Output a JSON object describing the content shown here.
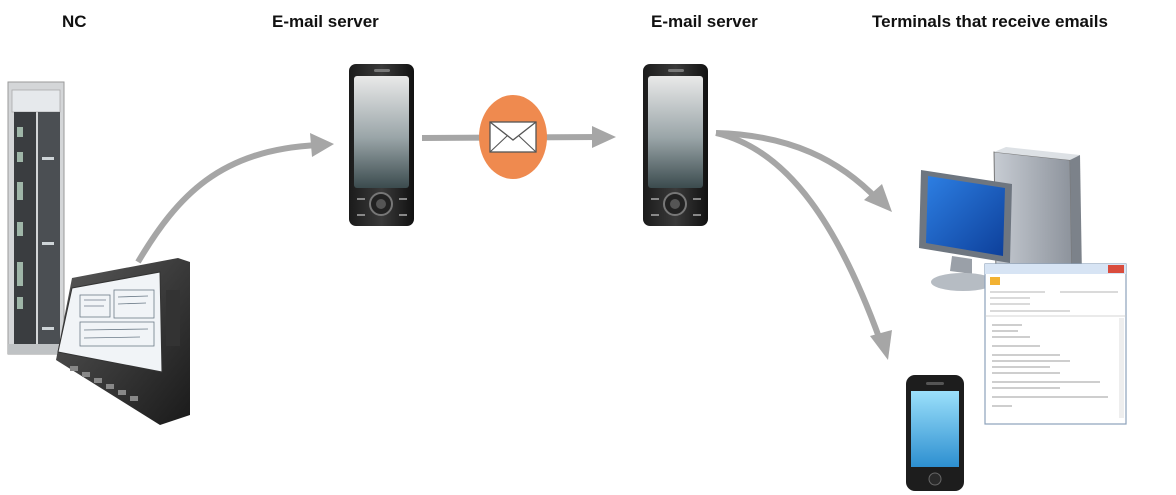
{
  "labels": {
    "nc": "NC",
    "server_left": "E-mail server",
    "server_right": "E-mail server",
    "terminals": "Terminals that receive emails"
  },
  "colors": {
    "arrow": "#a6a6a6",
    "envelope_badge": "#ef8a4f",
    "monitor_screen": "#1d62c4",
    "phone_screen": "#5ec0ee"
  },
  "icons": {
    "nc_cabinet": "control-cabinet-icon",
    "nc_panel": "cnc-operator-panel-icon",
    "server_left": "email-server-icon",
    "server_right": "email-server-icon",
    "envelope": "envelope-icon",
    "desktop": "desktop-computer-icon",
    "email_window": "email-window-icon",
    "smartphone": "smartphone-icon"
  }
}
